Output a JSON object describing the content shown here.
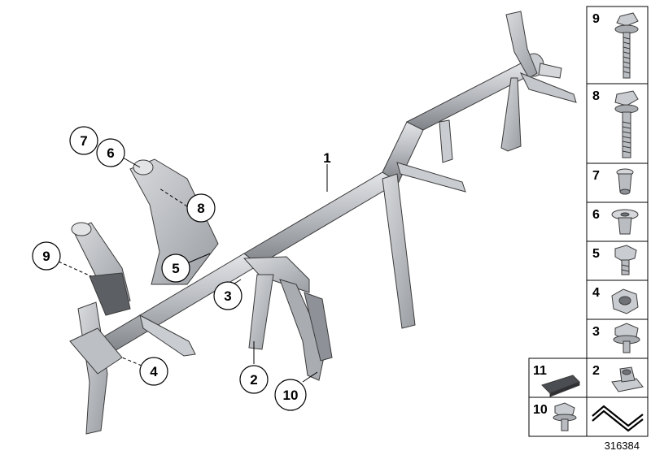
{
  "diagram_id": "316384",
  "callouts": [
    {
      "id": "c1",
      "label": "1"
    },
    {
      "id": "c2",
      "label": "2"
    },
    {
      "id": "c3",
      "label": "3"
    },
    {
      "id": "c4",
      "label": "4"
    },
    {
      "id": "c5",
      "label": "5"
    },
    {
      "id": "c6",
      "label": "6"
    },
    {
      "id": "c7",
      "label": "7"
    },
    {
      "id": "c8",
      "label": "8"
    },
    {
      "id": "c9",
      "label": "9"
    },
    {
      "id": "c10",
      "label": "10"
    }
  ],
  "parts_panel": [
    {
      "label": "9",
      "part": "long-bolt"
    },
    {
      "label": "8",
      "part": "collar-bolt"
    },
    {
      "label": "7",
      "part": "rivet-nut"
    },
    {
      "label": "6",
      "part": "flange-rivet-nut"
    },
    {
      "label": "5",
      "part": "hex-bolt"
    },
    {
      "label": "4",
      "part": "hex-nut"
    },
    {
      "label": "3",
      "part": "flange-screw"
    },
    {
      "label": "2",
      "part": "clip-nut"
    },
    {
      "label": "11",
      "part": "pad"
    },
    {
      "label": "10",
      "part": "hex-flange-screw"
    },
    {
      "label": "",
      "part": "wire-symbol"
    }
  ],
  "colors": {
    "metal": "#b9bcc1",
    "metal_dark": "#8e9298",
    "metal_light": "#dfe1e4",
    "line": "#3a3a3a"
  }
}
